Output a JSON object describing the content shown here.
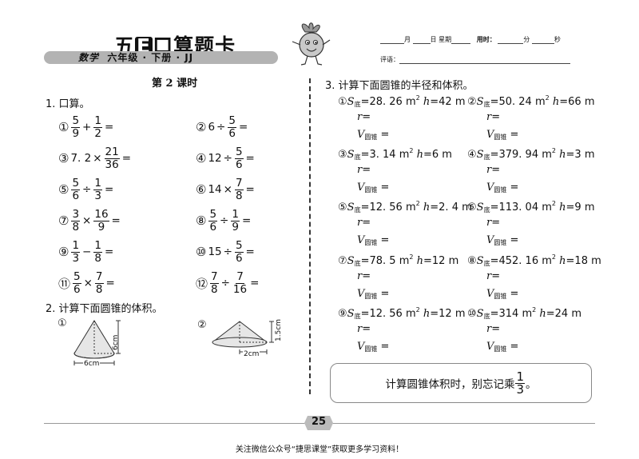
{
  "header": {
    "brand_pre": "五",
    "brand_e": "E",
    "brand_post": "口算题卡",
    "subtitle_subject": "数学",
    "subtitle_rest": "  六年级 · 下册 · JJ",
    "date_labels": {
      "month": "月",
      "day": "日",
      "week": "星期",
      "time_used": "用时：",
      "minute": "分",
      "second": "秒"
    },
    "comment_label": "评语："
  },
  "lesson_title": "第 2 课时",
  "q1": {
    "title": "1. 口算。",
    "items": [
      {
        "idx": "①",
        "a_num": "5",
        "a_den": "9",
        "op": "+",
        "b_num": "1",
        "b_den": "2",
        "eq": "="
      },
      {
        "idx": "②",
        "a": "6",
        "op": "÷",
        "b_num": "5",
        "b_den": "6",
        "eq": "="
      },
      {
        "idx": "③",
        "a": "7. 2",
        "op": "×",
        "b_num": "21",
        "b_den": "36",
        "eq": "="
      },
      {
        "idx": "④",
        "a": "12",
        "op": "÷",
        "b_num": "5",
        "b_den": "6",
        "eq": "="
      },
      {
        "idx": "⑤",
        "a_num": "5",
        "a_den": "6",
        "op": "÷",
        "b_num": "1",
        "b_den": "3",
        "eq": "="
      },
      {
        "idx": "⑥",
        "a": "14",
        "op": "×",
        "b_num": "7",
        "b_den": "8",
        "eq": "="
      },
      {
        "idx": "⑦",
        "a_num": "3",
        "a_den": "8",
        "op": "×",
        "b_num": "16",
        "b_den": "9",
        "eq": "="
      },
      {
        "idx": "⑧",
        "a_num": "5",
        "a_den": "6",
        "op": "÷",
        "b_num": "1",
        "b_den": "9",
        "eq": "="
      },
      {
        "idx": "⑨",
        "a_num": "1",
        "a_den": "3",
        "op": "−",
        "b_num": "1",
        "b_den": "8",
        "eq": "="
      },
      {
        "idx": "⑩",
        "a": "15",
        "op": "÷",
        "b_num": "5",
        "b_den": "6",
        "eq": "="
      },
      {
        "idx": "⑪",
        "a_num": "5",
        "a_den": "6",
        "op": "×",
        "b_num": "7",
        "b_den": "8",
        "eq": "="
      },
      {
        "idx": "⑫",
        "a_num": "7",
        "a_den": "8",
        "op": "÷",
        "b_num": "7",
        "b_den": "16",
        "eq": "="
      }
    ]
  },
  "q2": {
    "title": "2. 计算下面圆锥的体积。",
    "cone1": {
      "idx": "①",
      "height": "6cm",
      "base": "6cm"
    },
    "cone2": {
      "idx": "②",
      "height": "1.5cm",
      "base": "2cm"
    }
  },
  "q3": {
    "title": "3. 计算下面圆锥的半径和体积。",
    "s_sub": "底",
    "unit_m2": "m",
    "sup2": "2",
    "r_label": "r",
    "v_sub": "圆锥",
    "eq": "=",
    "items": [
      {
        "idx": "①",
        "s": "28. 26",
        "h": "42"
      },
      {
        "idx": "②",
        "s": "50. 24",
        "h": "66"
      },
      {
        "idx": "③",
        "s": "3. 14",
        "h": "6"
      },
      {
        "idx": "④",
        "s": "379. 94",
        "h": "3"
      },
      {
        "idx": "⑤",
        "s": "12. 56",
        "h": "2. 4"
      },
      {
        "idx": "⑥",
        "s": "113. 04",
        "h": "9"
      },
      {
        "idx": "⑦",
        "s": "78. 5",
        "h": "12"
      },
      {
        "idx": "⑧",
        "s": "452. 16",
        "h": "18"
      },
      {
        "idx": "⑨",
        "s": "12. 56",
        "h": "12"
      },
      {
        "idx": "⑩",
        "s": "314",
        "h": "24"
      }
    ]
  },
  "note": {
    "text": "计算圆锥体积时，别忘记乘",
    "frac_num": "1",
    "frac_den": "3",
    "end": "。"
  },
  "page_number": "25",
  "footer": "关注微信公众号“捷思课堂”获取更多学习资料！"
}
